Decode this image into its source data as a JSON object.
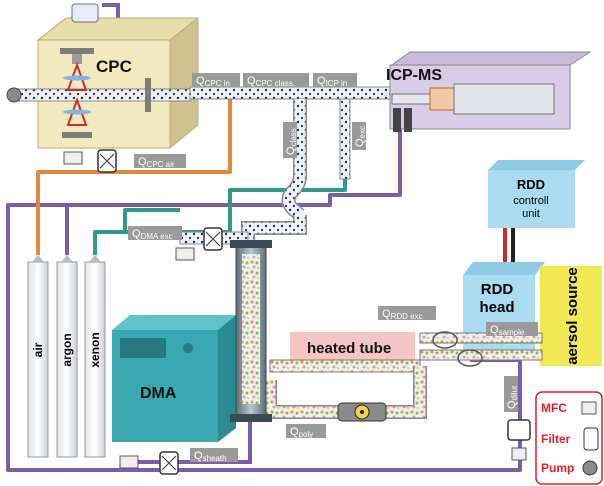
{
  "components": {
    "cpc": "CPC",
    "icpms": "ICP-MS",
    "rdd_control_line1": "RDD",
    "rdd_control_line2": "controll",
    "rdd_control_line3": "unit",
    "rdd_head_line1": "RDD",
    "rdd_head_line2": "head",
    "aerosol_source": "aersol source",
    "heated_tube": "heated tube",
    "dma": "DMA"
  },
  "gases": [
    "air",
    "argon",
    "xenon"
  ],
  "flows": {
    "cpc_in": {
      "base": "Q",
      "sub": "CPC in"
    },
    "cpc_class": {
      "base": "Q",
      "sub": "CPC class."
    },
    "icp_in": {
      "base": "Q",
      "sub": "ICP in"
    },
    "class": {
      "base": "Q",
      "sub": "class"
    },
    "exc": {
      "base": "Q",
      "sub": "exc"
    },
    "cpc_air": {
      "base": "Q",
      "sub": "CPC air"
    },
    "dma_exc": {
      "base": "Q",
      "sub": "DMA exc"
    },
    "rdd_exc": {
      "base": "Q",
      "sub": "RDD exc"
    },
    "sample": {
      "base": "Q",
      "sub": "sample"
    },
    "dilut": {
      "base": "Q",
      "sub": "dilut"
    },
    "poly": {
      "base": "Q",
      "sub": "poly"
    },
    "sheath": {
      "base": "Q",
      "sub": "sheath"
    }
  },
  "legend": {
    "items": [
      "MFC",
      "Filter",
      "Pump"
    ],
    "color": "#e0202a"
  },
  "colors": {
    "gas_air": "#e08a3c",
    "gas_argon": "#7b5ea8",
    "gas_xenon": "#2f9b86",
    "cpc_box": "#f3e9bf",
    "icpms_box": "#d9cce6",
    "rdd_box": "#a9dbf1",
    "aerosol_box": "#f2ea55",
    "heated_tube": "#f3b7b7",
    "dma_box": "#3aa8b0"
  }
}
